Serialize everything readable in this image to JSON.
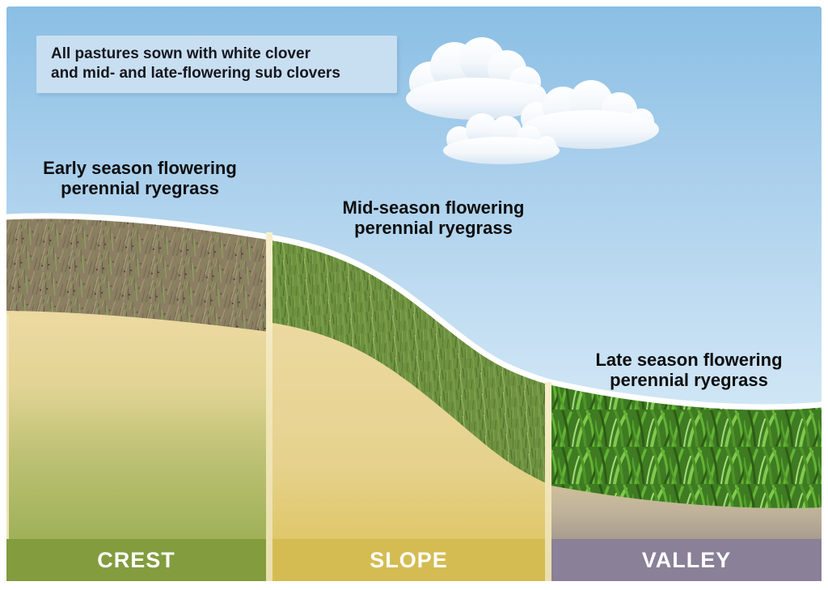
{
  "info_box": {
    "line1": "All pastures sown with white clover",
    "line2": "and mid- and late-flowering sub clovers"
  },
  "annotations": {
    "crest": {
      "line1": "Early season flowering",
      "line2": "perennial ryegrass"
    },
    "slope": {
      "line1": "Mid-season flowering",
      "line2": "perennial ryegrass"
    },
    "valley": {
      "line1": "Late season flowering",
      "line2": "perennial ryegrass"
    }
  },
  "bands": {
    "crest": {
      "label": "CREST",
      "color": "#829c3e"
    },
    "slope": {
      "label": "SLOPE",
      "color": "#d4bc52"
    },
    "valley": {
      "label": "VALLEY",
      "color": "#8a8097"
    }
  },
  "colors": {
    "sky_top": "#8abfe4",
    "sky_bottom": "#e7f3fa",
    "info_box_bg": "#c8dff1",
    "soil_tan": "#ecd9a0",
    "crest_soil_green": "#9fb158",
    "slope_soil_gold": "#dfc76a",
    "valley_soil_taupe": "#a89c90",
    "divider_cream": "#efe4b4",
    "hill_outline": "#ffffff",
    "frame": "#ffffff"
  }
}
